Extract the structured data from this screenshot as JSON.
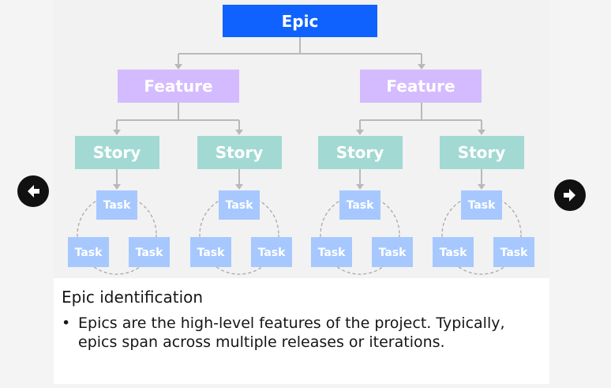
{
  "diagram": {
    "epic": "Epic",
    "features": [
      "Feature",
      "Feature"
    ],
    "stories": [
      "Story",
      "Story",
      "Story",
      "Story"
    ],
    "task_label": "Task",
    "colors": {
      "epic": "#0f62fe",
      "feature": "#d4bbff",
      "story": "#9ef0f0",
      "story_fill": "#a2d9d3",
      "task": "#a6c8ff",
      "connector": "#b9b9b9"
    }
  },
  "nav": {
    "prev_icon": "arrow-left-icon",
    "next_icon": "arrow-right-icon"
  },
  "caption": {
    "title": "Epic identification",
    "bullet": "Epics are the high-level features of the project. Typically, epics span across multiple releases or iterations."
  }
}
